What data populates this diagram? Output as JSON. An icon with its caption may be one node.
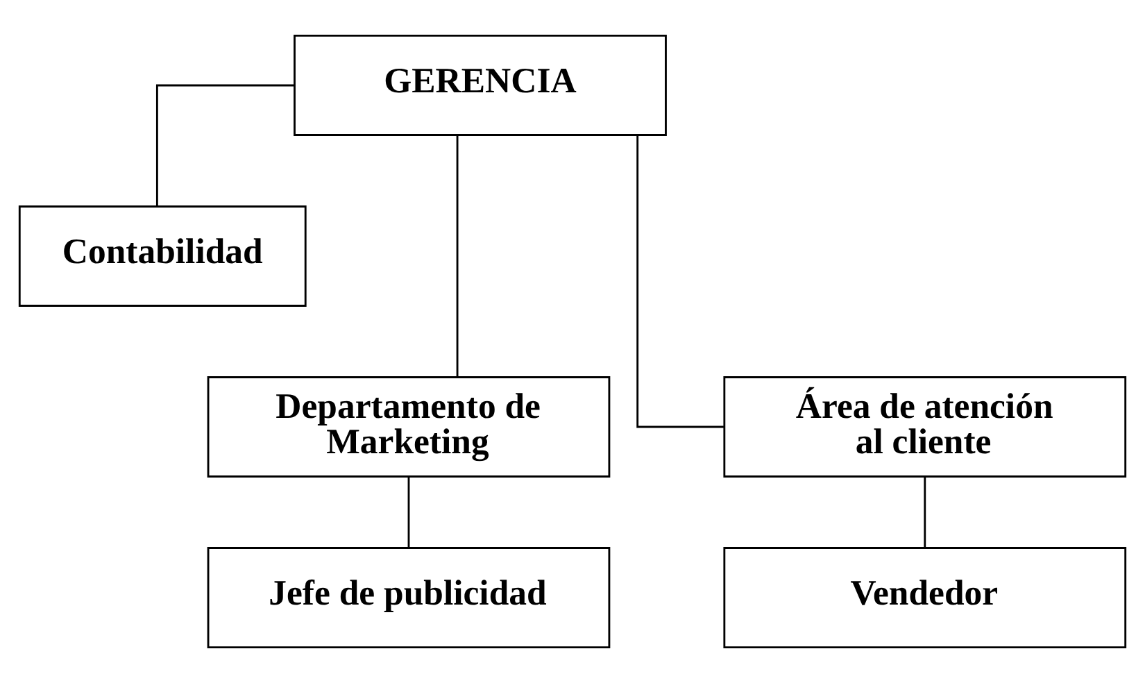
{
  "diagram": {
    "nodes": [
      {
        "text": [
          "GERENCIA"
        ]
      },
      {
        "text": [
          "Contabilidad"
        ]
      },
      {
        "text": [
          "Departamento de Marketing"
        ]
      },
      {
        "text": [
          "Área de atención al cliente"
        ]
      },
      {
        "text": [
          "Jefe de publicidad"
        ]
      },
      {
        "text": [
          "Vendedor"
        ]
      }
    ],
    "edges": [
      {
        "from": 0,
        "to": 1,
        "arrow": "none"
      },
      {
        "from": 0,
        "to": 2,
        "arrow": "none"
      },
      {
        "from": 0,
        "to": 3,
        "arrow": "none"
      },
      {
        "from": 2,
        "to": 4,
        "arrow": "none"
      },
      {
        "from": 3,
        "to": 5,
        "arrow": "none"
      }
    ]
  }
}
